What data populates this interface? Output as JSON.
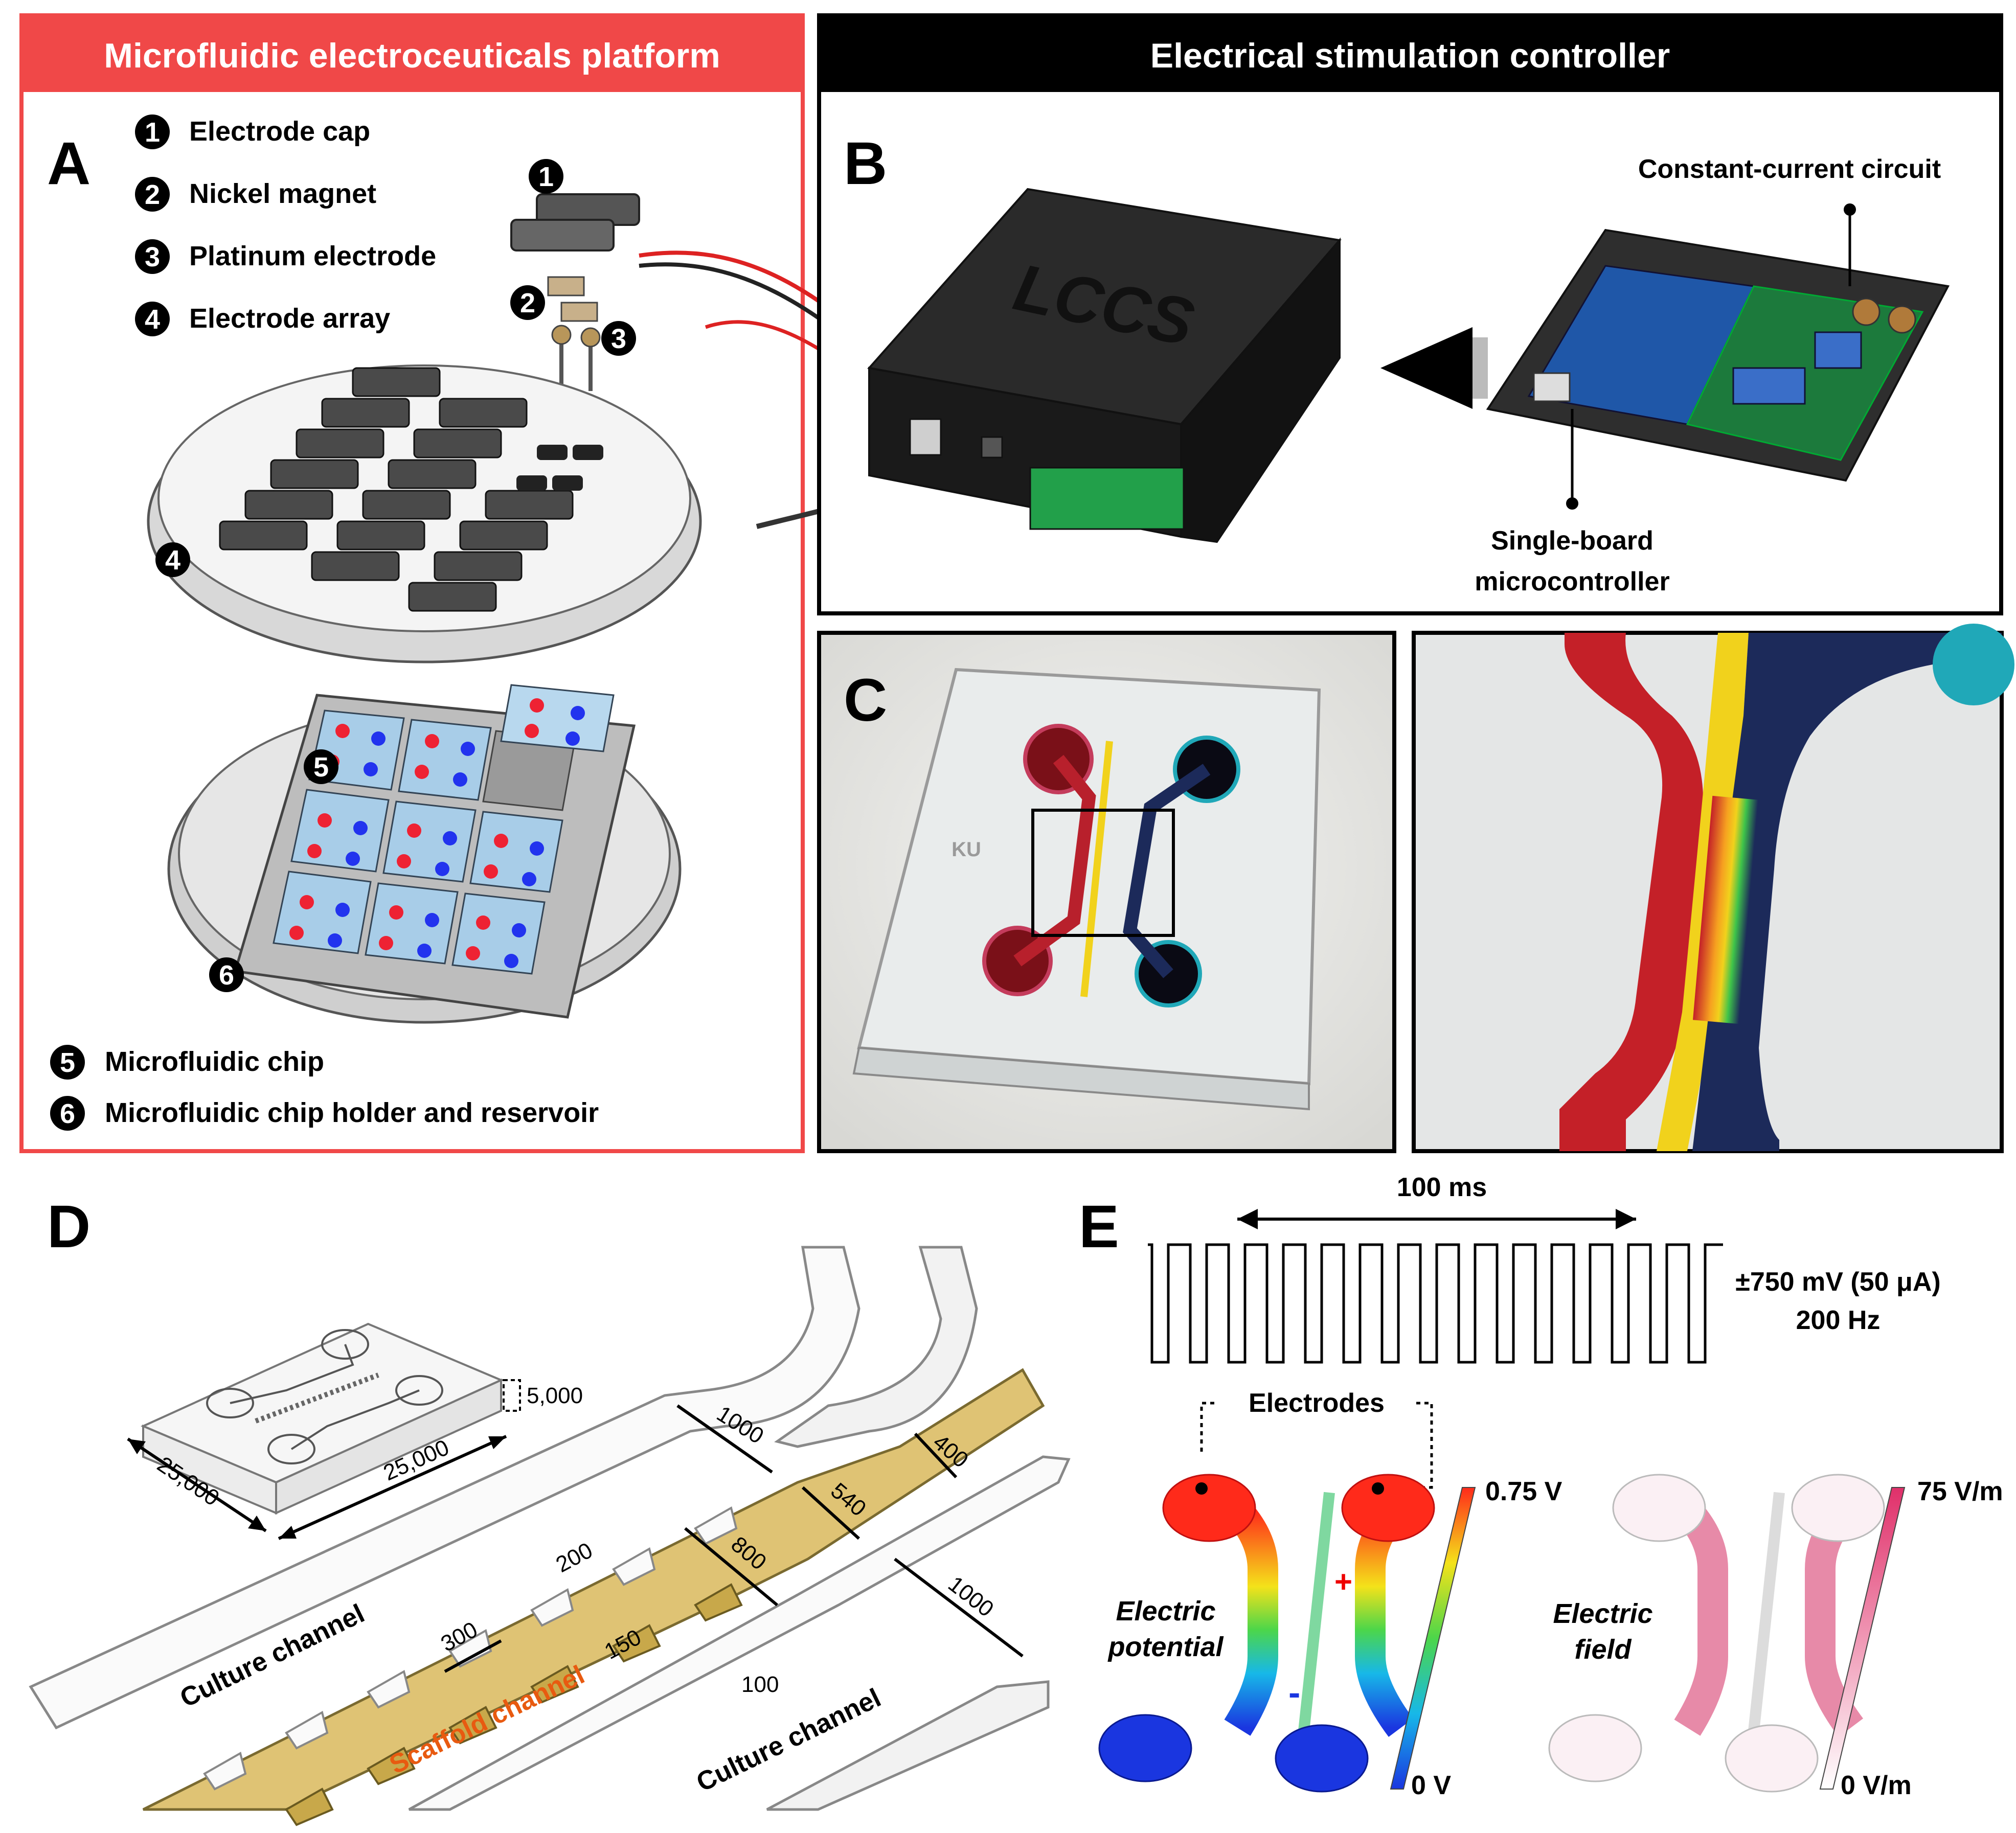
{
  "panel_a": {
    "header": "Microfluidic electroceuticals platform",
    "letter": "A",
    "items": [
      {
        "num": "1",
        "label": "Electrode cap"
      },
      {
        "num": "2",
        "label": "Nickel magnet"
      },
      {
        "num": "3",
        "label": "Platinum electrode"
      },
      {
        "num": "4",
        "label": "Electrode array"
      },
      {
        "num": "5",
        "label": "Microfluidic chip"
      },
      {
        "num": "6",
        "label": "Microfluidic chip holder and reservoir"
      }
    ]
  },
  "panel_b": {
    "header": "Electrical stimulation controller",
    "letter": "B",
    "device_logo": "LCCS",
    "label_circuit": "Constant-current circuit",
    "label_mcu_line1": "Single-board",
    "label_mcu_line2": "microcontroller"
  },
  "panel_c": {
    "letter": "C",
    "chip_mark": "KU"
  },
  "panel_d": {
    "letter": "D",
    "scaffold_label": "Scaffold channel",
    "culture_label": "Culture channel",
    "dims": {
      "width": "25,000",
      "depth": "25,000",
      "height": "5,000",
      "culture_top": "1000",
      "culture_bottom": "1000",
      "inlet_wide": "400",
      "neck": "540",
      "scaffold_width": "800",
      "post_pitch": "300",
      "post_top": "200",
      "post_gap": "150",
      "post_height": "100"
    }
  },
  "panel_e": {
    "letter": "E",
    "period_label": "100 ms",
    "amplitude_label": "±750 mV (50 μA)",
    "freq_label": "200 Hz",
    "electrodes_label": "Electrodes",
    "potential_line1": "Electric",
    "potential_line2": "potential",
    "field_line1": "Electric",
    "field_line2": "field",
    "potential_max": "0.75 V",
    "potential_min": "0 V",
    "field_max": "75 V/m",
    "field_min": "0 V/m",
    "plus": "+",
    "minus": "-"
  },
  "colors": {
    "header_red": "#f04848",
    "scaffold_gold": "#d9b95c",
    "culture_red": "#c42028",
    "culture_blue": "#1c2a5a",
    "scaffold_yellow": "#f1d21c",
    "potential_high": "#ff2a1a",
    "potential_low": "#1a36e0",
    "field_pink": "#e0507a"
  }
}
